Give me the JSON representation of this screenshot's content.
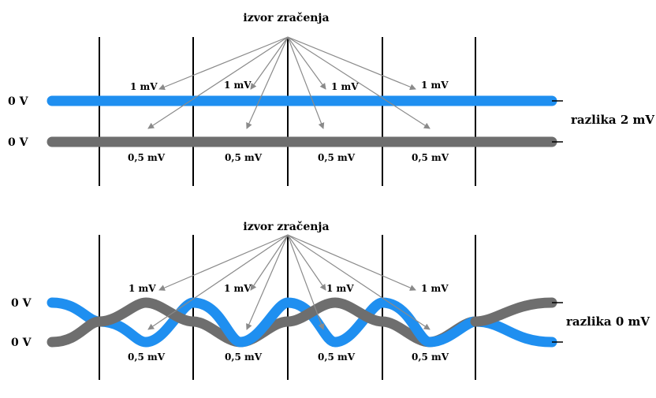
{
  "colors": {
    "wire_a": "#1f8ff0",
    "wire_b": "#6e6e6e",
    "arrow": "#8a8a8a",
    "divider": "#000000"
  },
  "top_panel": {
    "source_label": "izvor zračenja",
    "wire_a_label": "0 V",
    "wire_b_label": "0 V",
    "upper_values": [
      "1 mV",
      "1 mV",
      "1 mV",
      "1 mV"
    ],
    "lower_values": [
      "0,5 mV",
      "0,5 mV",
      "0,5 mV",
      "0,5 mV"
    ],
    "difference_label": "razlika 2 mV"
  },
  "bottom_panel": {
    "source_label": "izvor zračenja",
    "wire_a_label": "0 V",
    "wire_b_label": "0 V",
    "upper_values": [
      "1 mV",
      "1 mV",
      "1 mV",
      "1 mV"
    ],
    "lower_values": [
      "0,5 mV",
      "0,5 mV",
      "0,5 mV",
      "0,5 mV"
    ],
    "difference_label": "razlika 0 mV"
  }
}
